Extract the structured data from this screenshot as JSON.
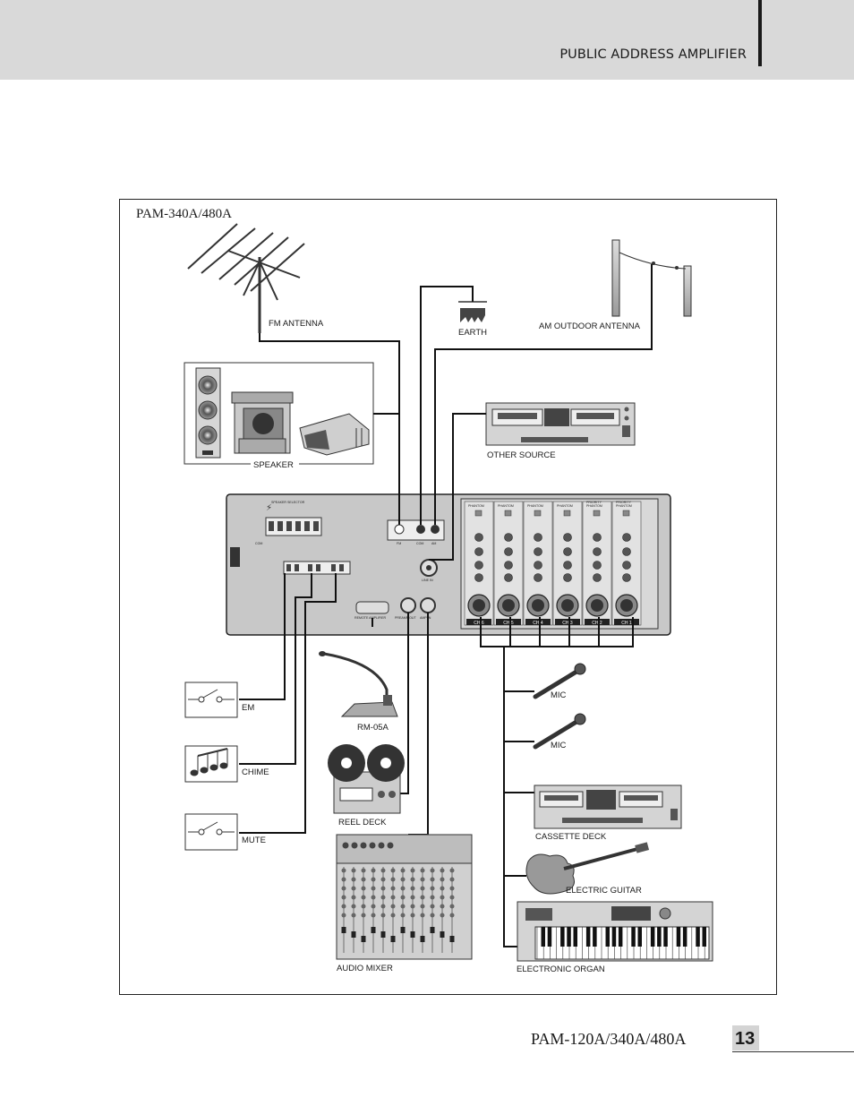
{
  "header": {
    "title": "PUBLIC ADDRESS AMPLIFIER"
  },
  "diagram": {
    "model_title": "PAM-340A/480A",
    "labels": {
      "fm_antenna": "FM ANTENNA",
      "earth": "EARTH",
      "am_antenna": "AM OUTDOOR ANTENNA",
      "speaker": "SPEAKER",
      "other_source": "OTHER SOURCE",
      "em": "EM",
      "chime": "CHIME",
      "mute": "MUTE",
      "rm05a": "RM-05A",
      "reel_deck": "REEL DECK",
      "audio_mixer": "AUDIO MIXER",
      "mic1": "MIC",
      "mic2": "MIC",
      "cassette_deck": "CASSETTE DECK",
      "electric_guitar": "ELECTRIC GUITAR",
      "electronic_organ": "ELECTRONIC ORGAN"
    },
    "panel": {
      "speaker_selector": "SPEAKER SELECTOR",
      "com": "COM",
      "fm": "FM",
      "gnd": "COM",
      "am": "AM",
      "line_in": "LINE IN",
      "remote_amplifier": "REMOTE AMPLIFIER",
      "preamp_out": "PREAMP OUT",
      "amp_in": "AMP IN",
      "channels": [
        "CH 6",
        "CH 5",
        "CH 4",
        "CH 3",
        "CH 2",
        "CH 1"
      ],
      "phantom": "PHANTOM",
      "priority": "PRIORITY"
    }
  },
  "footer": {
    "model": "PAM-120A/340A/480A",
    "page": "13"
  }
}
